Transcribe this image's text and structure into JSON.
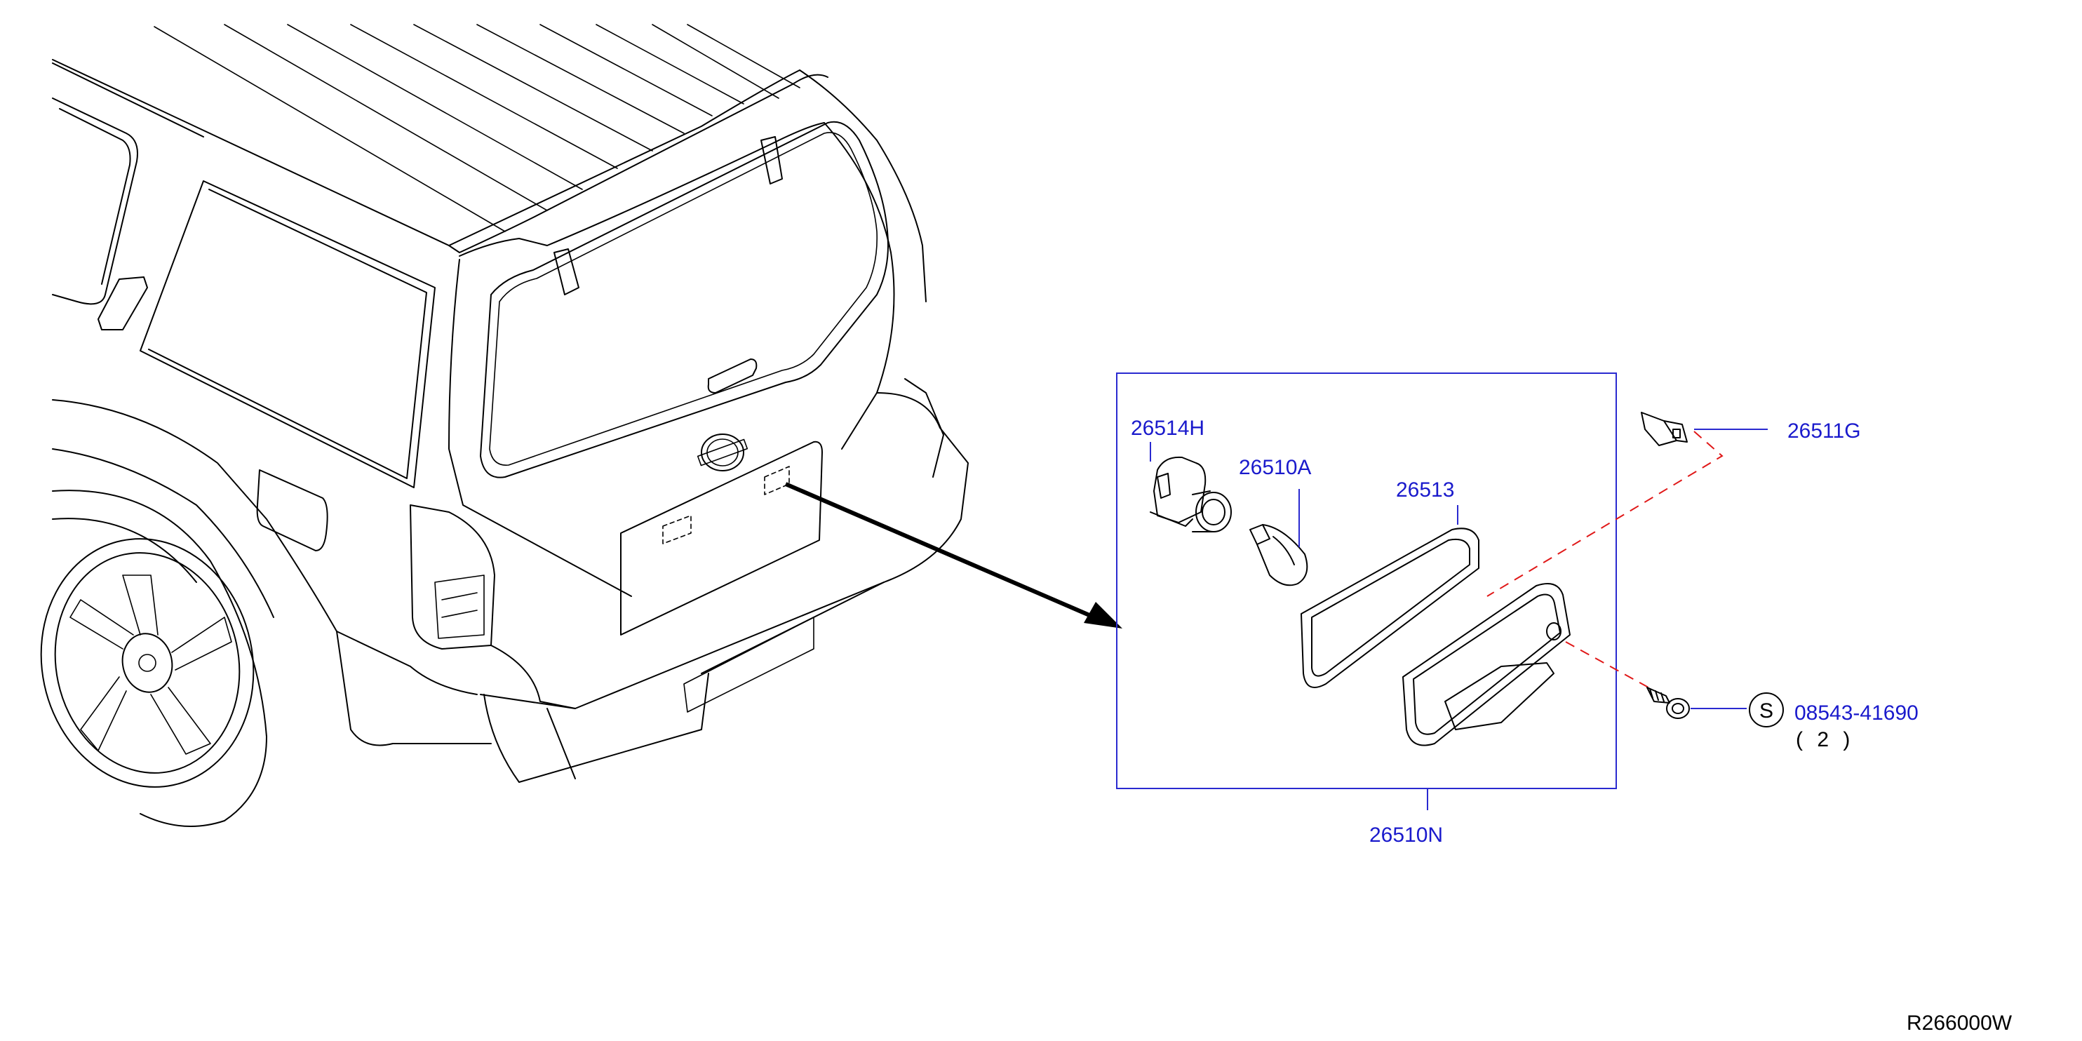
{
  "callouts": {
    "bulb_socket": "26514H",
    "bulb": "26510A",
    "gasket": "26513",
    "clip": "26511G",
    "screw": "08543-41690",
    "screw_qty": "( 2 )",
    "screw_symbol": "S",
    "assembly": "26510N"
  },
  "figure_code": "R266000W",
  "colors": {
    "callout_text": "#1a1acc",
    "leader_line": "#2a2ad0",
    "dashed_guide": "#e01818",
    "drawing_line": "#000000"
  }
}
